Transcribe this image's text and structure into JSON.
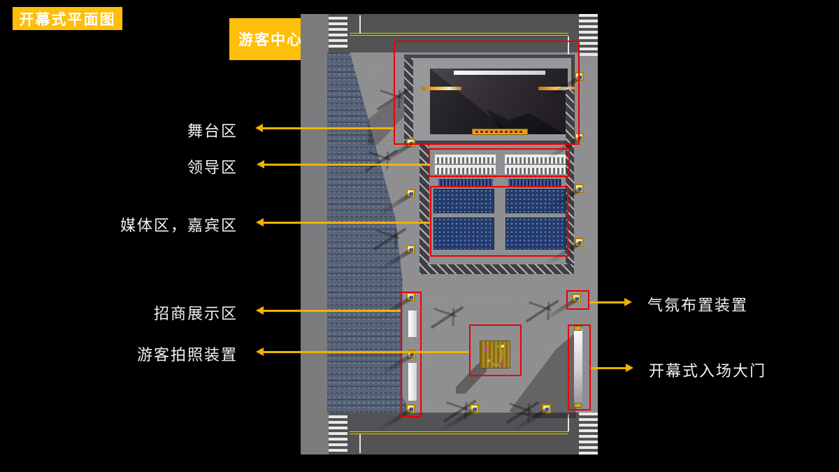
{
  "slide": {
    "title": "开幕式平面图",
    "background_color": "#000000",
    "badge_color": "#FFBE0A",
    "label_color": "#F2F2F2",
    "arrow_color": "#F2B200",
    "highlight_box_color": "#EC0000"
  },
  "badges": {
    "visitor_center": "游客中心"
  },
  "annotations": {
    "left": [
      {
        "id": "stage-area",
        "label": "舞台区"
      },
      {
        "id": "leader-area",
        "label": "领导区"
      },
      {
        "id": "media-guest-area",
        "label": "媒体区，嘉宾区"
      },
      {
        "id": "exhibition-area",
        "label": "招商展示区"
      },
      {
        "id": "photo-device",
        "label": "游客拍照装置"
      }
    ],
    "right": [
      {
        "id": "atmosphere-device",
        "label": "气氛布置装置"
      },
      {
        "id": "entrance-gate",
        "label": "开幕式入场大门"
      }
    ]
  },
  "map": {
    "highlighted_regions": [
      "stage-area",
      "leader-area",
      "media-guest-area",
      "exhibition-area",
      "photo-device",
      "atmosphere-device",
      "entrance-gate"
    ]
  }
}
